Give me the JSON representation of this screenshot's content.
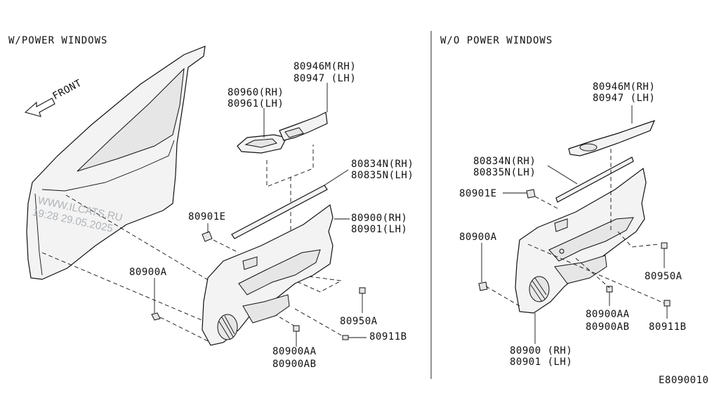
{
  "sections": {
    "left_title": "W/POWER WINDOWS",
    "right_title": "W/O POWER WINDOWS"
  },
  "front_label": "FRONT",
  "watermark": {
    "line1": "WWW.ILCATS.RU",
    "line2": "19:28 29.05.2025"
  },
  "left": {
    "p80946": [
      "80946M(RH)",
      "80947 (LH)"
    ],
    "p80960": [
      "80960(RH)",
      "80961(LH)"
    ],
    "p80834": [
      "80834N(RH)",
      "80835N(LH)"
    ],
    "p80901e": "80901E",
    "p80900": [
      "80900(RH)",
      "80901(LH)"
    ],
    "p80900a": "80900A",
    "p80950a": "80950A",
    "p80911b": "80911B",
    "p80900aa": [
      "80900AA",
      "80900AB"
    ]
  },
  "right": {
    "p80946": [
      "80946M(RH)",
      "80947 (LH)"
    ],
    "p80834": [
      "80834N(RH)",
      "80835N(LH)"
    ],
    "p80901e": "80901E",
    "p80900a": "80900A",
    "p80950a": "80950A",
    "p80900aa": [
      "80900AA",
      "80900AB"
    ],
    "p80911b": "80911B",
    "p80900": [
      "80900 (RH)",
      "80901 (LH)"
    ]
  },
  "diagram_code": "E8090010"
}
